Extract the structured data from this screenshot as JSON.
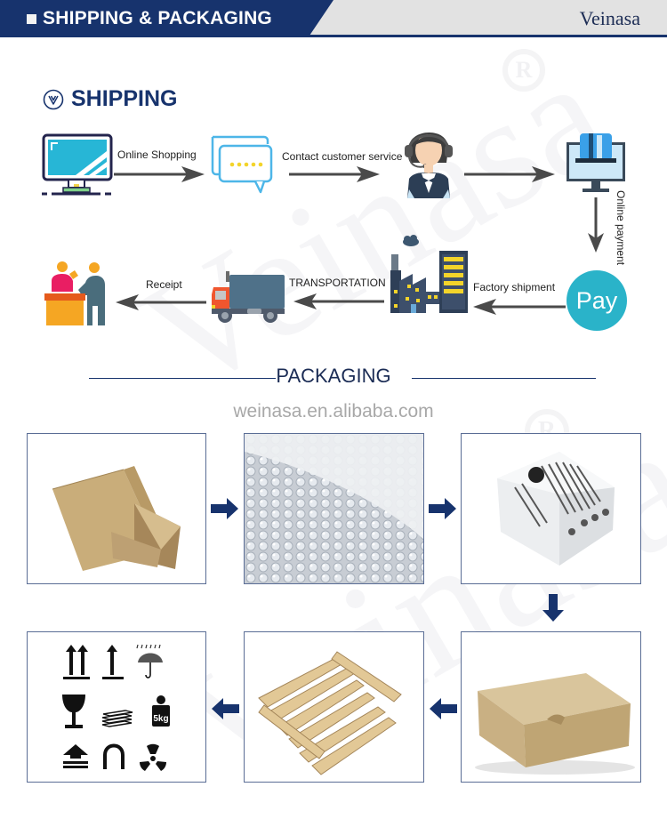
{
  "header": {
    "title": "SHIPPING & PACKAGING",
    "brand": "Veinasa"
  },
  "watermark": {
    "text": "Veinasa",
    "registered_mark": "R"
  },
  "shipping": {
    "title": "SHIPPING",
    "title_icon": "chevron-down-circle-icon",
    "steps": [
      {
        "icon": "computer-monitor-icon",
        "name": "online-shopping"
      },
      {
        "icon": "chat-bubbles-icon",
        "name": "chat"
      },
      {
        "icon": "customer-service-agent-icon",
        "name": "customer-service"
      },
      {
        "icon": "payment-card-monitor-icon",
        "name": "payment-terminal"
      },
      {
        "icon": "pay-badge-icon",
        "name": "pay",
        "text": "Pay"
      },
      {
        "icon": "factory-building-icon",
        "name": "factory"
      },
      {
        "icon": "delivery-truck-icon",
        "name": "truck"
      },
      {
        "icon": "reception-desk-people-icon",
        "name": "receipt"
      }
    ],
    "labels": {
      "online_shopping": "Online Shopping",
      "contact_service": "Contact customer service",
      "online_payment": "Online payment",
      "factory_shipment": "Factory shipment",
      "transportation": "TRANSPORTATION",
      "receipt": "Receipt"
    }
  },
  "packaging": {
    "title": "PACKAGING",
    "url": "weinasa.en.alibaba.com",
    "steps": [
      {
        "name": "open-inner-box",
        "description": "Open kraft inner box"
      },
      {
        "name": "bubble-wrap",
        "description": "Bubble wrap"
      },
      {
        "name": "product-thermostat",
        "description": "Product (thermostat)"
      },
      {
        "name": "closed-carton",
        "description": "Closed kraft carton"
      },
      {
        "name": "wooden-pallet",
        "description": "Wooden pallet"
      },
      {
        "name": "handling-symbols",
        "description": "Handling marks"
      }
    ],
    "handling_symbols": [
      "this-way-up-double",
      "this-way-up",
      "keep-dry-umbrella",
      "fragile-glass",
      "stack-limit-sheets",
      "weight-5kg",
      "lift-here",
      "handle-with-care-magnet",
      "radioactive"
    ],
    "weight_label": "5kg"
  },
  "colors": {
    "navy": "#17336d",
    "header_grey": "#e2e2e2",
    "arrow_grey": "#4a4a4a",
    "pay_teal": "#2ab3c9",
    "box_border": "#5a6d95"
  }
}
